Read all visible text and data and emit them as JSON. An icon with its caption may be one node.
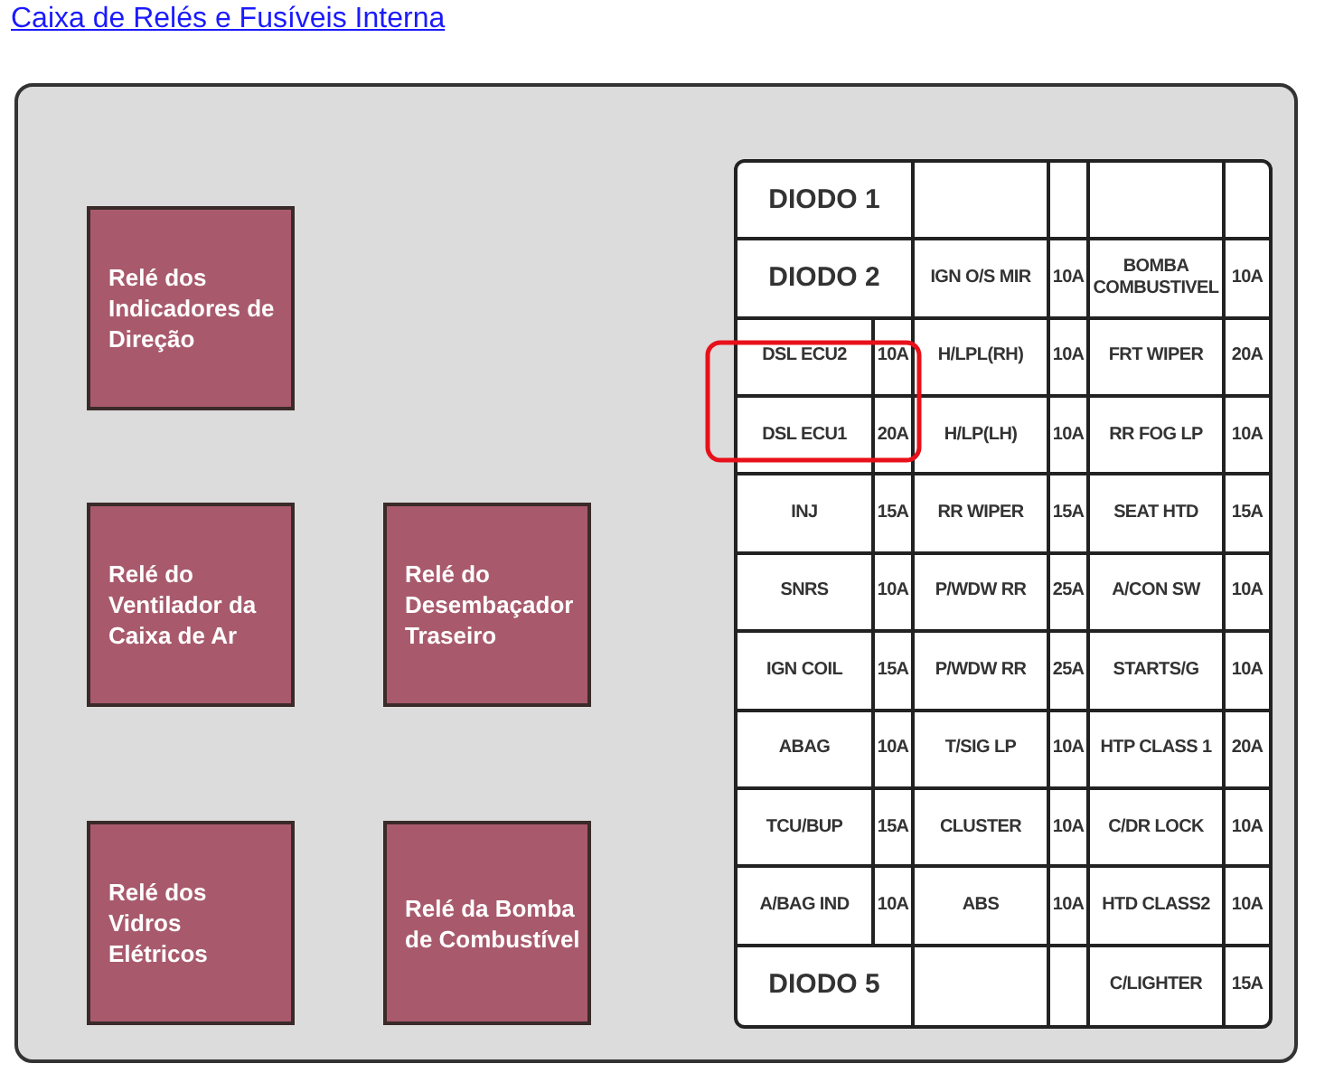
{
  "diagram": {
    "title": "Caixa de Relés e Fusíveis Interna",
    "nodes": [
      {
        "text": [],
        "shape": "box"
      },
      {
        "text": [
          "Relé dos Indicadores de Direção"
        ],
        "in": 0
      },
      {
        "text": [
          "Relé do Ventilador da Caixa de Ar"
        ],
        "in": 0
      },
      {
        "text": [
          "Relé do Desembaçador Traseiro"
        ],
        "in": 0
      },
      {
        "text": [
          "Relé dos Vidros Elétricos"
        ],
        "in": 0
      },
      {
        "text": [
          "Relé da Bomba de Combustível"
        ],
        "in": 0
      }
    ],
    "labels": [
      "DIODO 1",
      "DIODO 2",
      "IGN O/S MIR",
      "10A",
      "BOMBA COMBUSTIVEL",
      "10A",
      "DSL ECU2",
      "10A",
      "H/LPL(RH)",
      "10A",
      "FRT WIPER",
      "20A",
      "DSL ECU1",
      "20A",
      "H/LP(LH)",
      "10A",
      "RR FOG LP",
      "10A",
      "INJ",
      "15A",
      "RR WIPER",
      "15A",
      "SEAT HTD",
      "15A",
      "SNRS",
      "10A",
      "P/WDW RR",
      "25A",
      "A/CON SW",
      "10A",
      "IGN COIL",
      "15A",
      "P/WDW RR",
      "25A",
      "STARTS/G",
      "10A",
      "ABAG",
      "10A",
      "T/SIG LP",
      "10A",
      "HTP CLASS 1",
      "20A",
      "TCU/BUP",
      "15A",
      "CLUSTER",
      "10A",
      "C/DR LOCK",
      "10A",
      "A/BAG IND",
      "10A",
      "ABS",
      "10A",
      "HTD CLASS2",
      "10A",
      "DIODO 5",
      "C/LIGHTER",
      "15A"
    ]
  }
}
